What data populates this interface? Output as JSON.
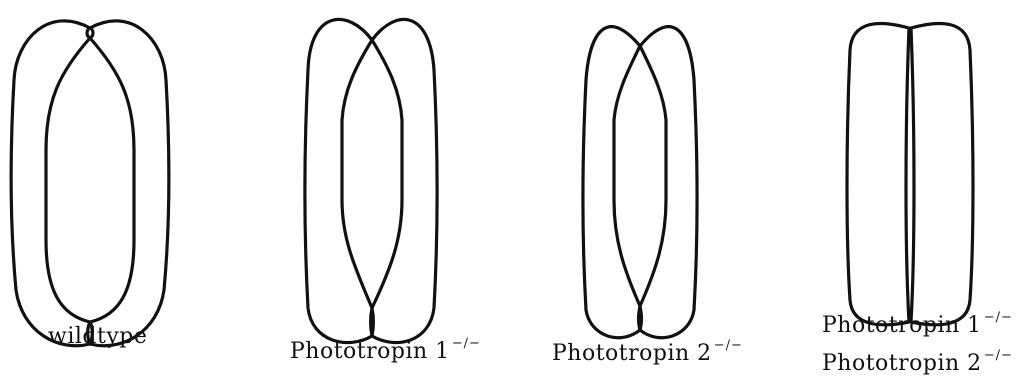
{
  "panels": [
    {
      "lines": [
        {
          "text": "wildtype",
          "sup": ""
        }
      ]
    },
    {
      "lines": [
        {
          "text": "Phototropin 1",
          "sup": "−/−"
        }
      ]
    },
    {
      "lines": [
        {
          "text": "Phototropin 2",
          "sup": "−/−"
        }
      ]
    },
    {
      "lines": [
        {
          "text": "Phototropin 1",
          "sup": "−/−"
        },
        {
          "text": "Phototropin 2",
          "sup": "−/−"
        }
      ]
    }
  ]
}
